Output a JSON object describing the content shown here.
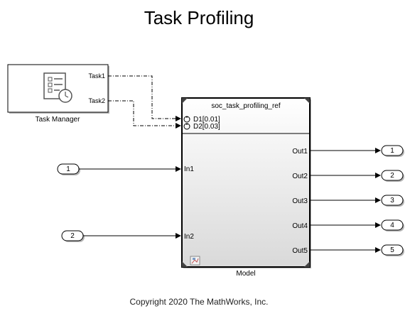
{
  "title": "Task Profiling",
  "copyright": "Copyright 2020 The MathWorks, Inc.",
  "task_manager": {
    "label": "Task Manager",
    "icon": "task-list-clock-icon",
    "outputs": [
      "Task1",
      "Task2"
    ]
  },
  "model": {
    "label": "Model",
    "reference": "soc_task_profiling_ref",
    "event_ports": [
      "D1[0.01]",
      "D2[0.03]"
    ],
    "inputs": [
      "In1",
      "In2"
    ],
    "outputs": [
      "Out1",
      "Out2",
      "Out3",
      "Out4",
      "Out5"
    ]
  },
  "inports": [
    "1",
    "2"
  ],
  "outports": [
    "1",
    "2",
    "3",
    "4",
    "5"
  ]
}
